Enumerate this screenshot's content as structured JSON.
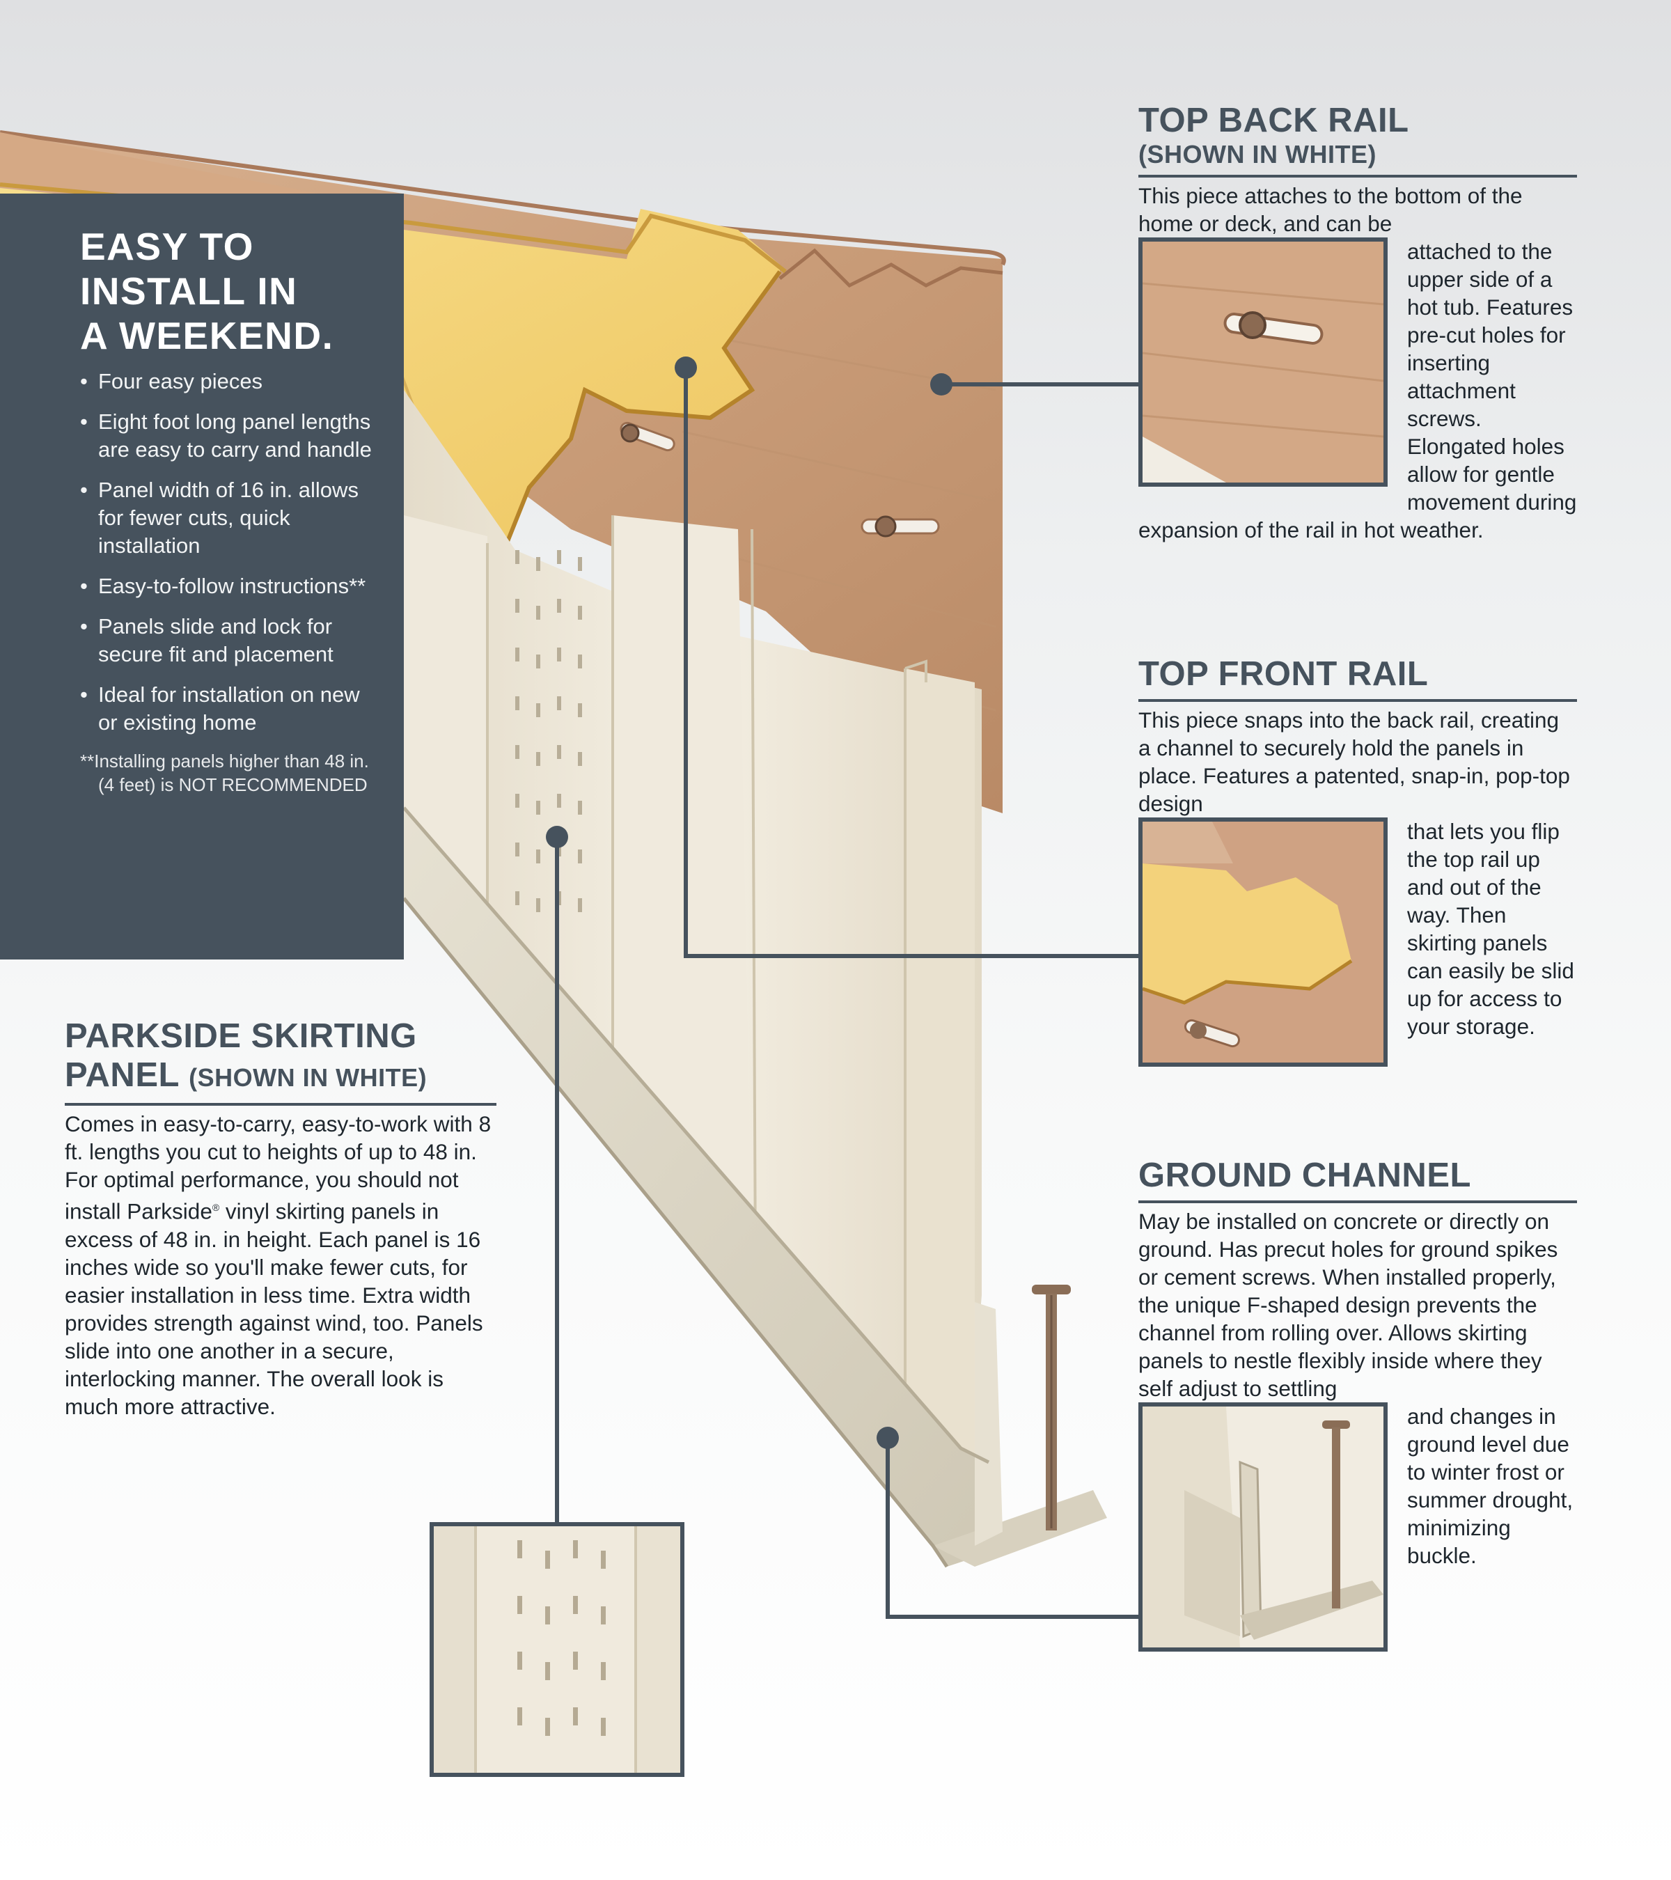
{
  "colors": {
    "accent_navy": "#46525d",
    "rail_wood": "#cfa583",
    "rail_yellow": "#f3d47a",
    "panel_white": "#ede6d6",
    "rule_line": "#46525d"
  },
  "intro_box": {
    "heading_lines": [
      "EASY TO",
      "INSTALL IN",
      "A WEEKEND."
    ],
    "bullets": [
      "Four easy pieces",
      "Eight foot long panel lengths are easy to carry and handle",
      "Panel width of 16 in. allows for fewer cuts, quick installation",
      "Easy-to-follow instructions**",
      "Panels slide and lock for secure fit and placement",
      "Ideal for installation on new or existing home"
    ],
    "footnote_mark": "**",
    "footnote": "Installing panels higher than 48 in. (4 feet) is NOT RECOMMENDED"
  },
  "top_back_rail": {
    "title": "TOP BACK RAIL",
    "subtitle": "(SHOWN IN WHITE)",
    "text_before_photo": "This piece attaches to the bottom of the home or deck, and can be",
    "text_after_photo": "attached to the upper side of a hot tub. Features pre-cut holes for inserting attachment screws. Elongated holes allow for gentle movement during expansion of the rail in hot weather.",
    "photo_icon": "back-rail-closeup"
  },
  "top_front_rail": {
    "title": "TOP FRONT RAIL",
    "text_before_photo": "This piece snaps into the back rail, creating a channel to securely hold the panels in place. Features a patented, snap-in, pop-top design",
    "text_after_photo": "that lets you flip the top rail up and out of the way. Then skirting panels can easily be slid up for access to your storage.",
    "photo_icon": "front-rail-closeup"
  },
  "ground_channel": {
    "title": "GROUND CHANNEL",
    "text_before_photo": "May be installed on concrete or directly on ground. Has precut holes for ground spikes or cement screws. When installed properly, the unique F-shaped design prevents the channel from rolling over. Allows skirting panels to nestle flexibly inside where they self adjust to settling",
    "text_after_photo": "and changes in ground level due to winter frost or summer drought, minimizing buckle.",
    "photo_icon": "ground-channel-closeup"
  },
  "skirting_panel": {
    "title_line1": "PARKSIDE SKIRTING",
    "title_line2": "PANEL",
    "subtitle": "(SHOWN IN WHITE)",
    "text_part1": "Comes in easy-to-carry, easy-to-work with 8 ft. lengths you cut to heights of up to 48 in. For optimal performance, you should not install Parkside",
    "registered_mark": "®",
    "text_part2": " vinyl skirting panels in excess of 48 in. in height. Each panel is 16 inches wide so you'll make fewer cuts, for easier installation in less time. Extra width provides strength against wind, too. Panels slide into one another in a secure, interlocking manner. The overall look is much more attractive.",
    "photo_icon": "vent-panel-closeup"
  }
}
